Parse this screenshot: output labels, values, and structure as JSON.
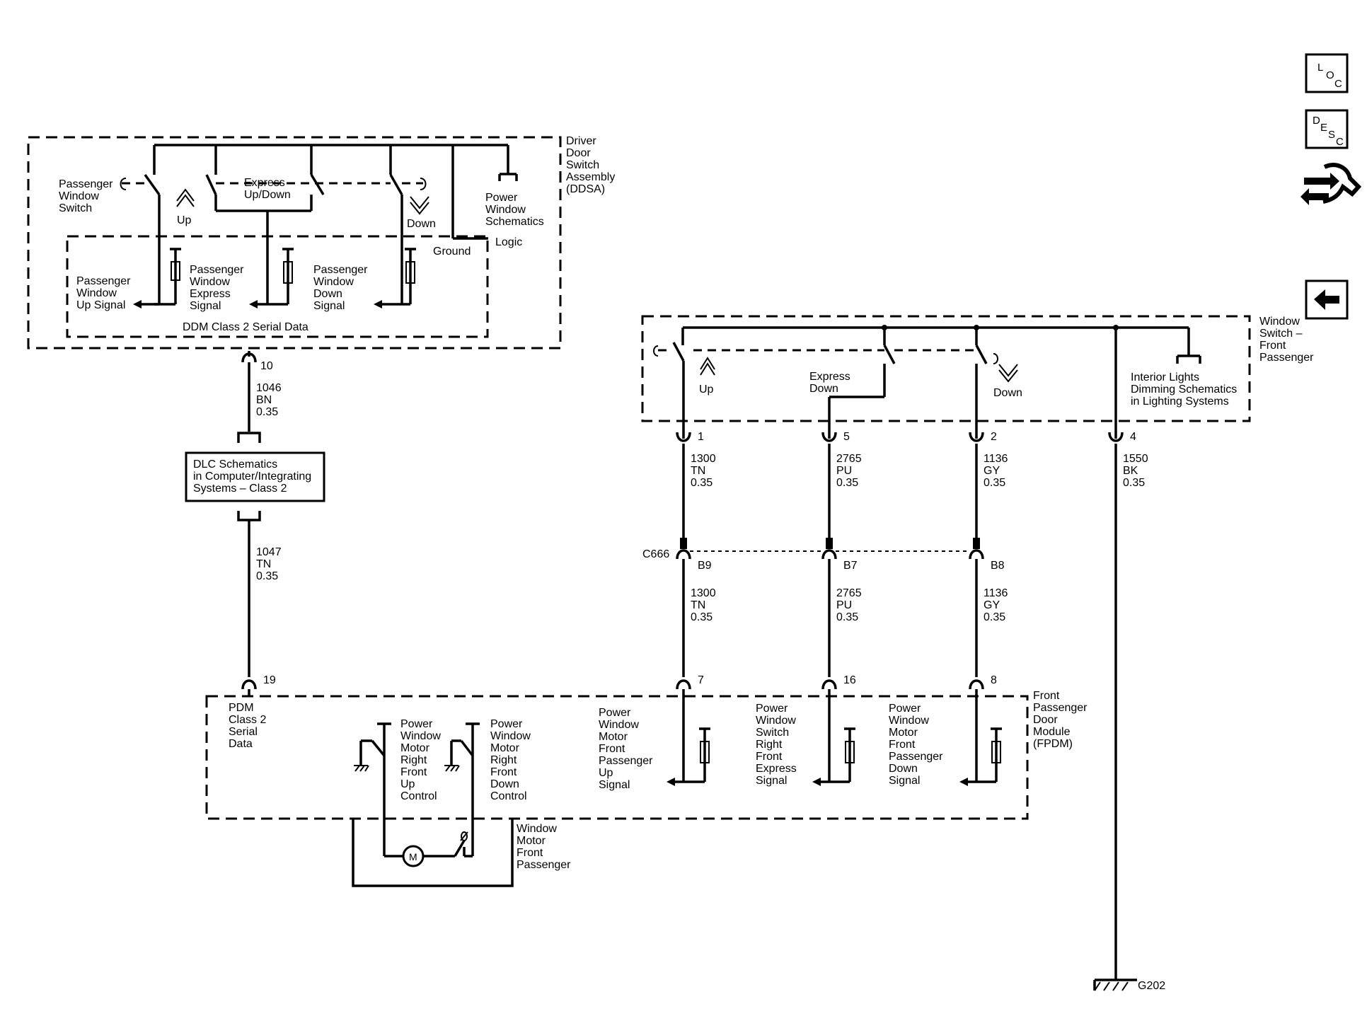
{
  "nav": {
    "loc": {
      "l1": "L",
      "l2": "O",
      "l3": "C"
    },
    "desc": {
      "l1": "D",
      "l2": "E",
      "l3": "S",
      "l4": "C"
    }
  },
  "ddsa": {
    "title": [
      "Driver",
      "Door",
      "Switch",
      "Assembly",
      "(DDSA)"
    ],
    "passenger_window_switch": [
      "Passenger",
      "Window",
      "Switch"
    ],
    "up": "Up",
    "express": [
      "Express",
      "Up/Down"
    ],
    "down": "Down",
    "power_window_ref": [
      "Power",
      "Window",
      "Schematics"
    ],
    "logic": "Logic",
    "ground": "Ground",
    "up_signal": [
      "Passenger",
      "Window",
      "Up Signal"
    ],
    "express_signal": [
      "Passenger",
      "Window",
      "Express",
      "Signal"
    ],
    "down_signal": [
      "Passenger",
      "Window",
      "Down",
      "Signal"
    ],
    "serial": "DDM Class 2 Serial Data"
  },
  "wire_left": {
    "pin_top": "10",
    "wire1": [
      "1046",
      "BN",
      "0.35"
    ],
    "dlc": [
      "DLC Schematics",
      "in Computer/Integrating",
      "Systems – Class 2"
    ],
    "wire2": [
      "1047",
      "TN",
      "0.35"
    ],
    "pin_bottom": "19"
  },
  "wsfp": {
    "title": [
      "Window",
      "Switch –",
      "Front",
      "Passenger"
    ],
    "up": "Up",
    "express": [
      "Express",
      "Down"
    ],
    "down": "Down",
    "interior": [
      "Interior Lights",
      "Dimming Schematics",
      "in Lighting Systems"
    ],
    "pins": [
      "1",
      "5",
      "2",
      "4"
    ],
    "wires": [
      [
        "1300",
        "TN",
        "0.35"
      ],
      [
        "2765",
        "PU",
        "0.35"
      ],
      [
        "1136",
        "GY",
        "0.35"
      ],
      [
        "1550",
        "BK",
        "0.35"
      ]
    ]
  },
  "connector": {
    "name": "C666",
    "pins": [
      "B9",
      "B7",
      "B8"
    ],
    "wires": [
      [
        "1300",
        "TN",
        "0.35"
      ],
      [
        "2765",
        "PU",
        "0.35"
      ],
      [
        "1136",
        "GY",
        "0.35"
      ]
    ]
  },
  "fpdm": {
    "pins": [
      "7",
      "16",
      "8"
    ],
    "title": [
      "Front",
      "Passenger",
      "Door",
      "Module",
      "(FPDM)"
    ],
    "pdm": [
      "PDM",
      "Class 2",
      "Serial",
      "Data"
    ],
    "up_control": [
      "Power",
      "Window",
      "Motor",
      "Right",
      "Front",
      "Up",
      "Control"
    ],
    "down_control": [
      "Power",
      "Window",
      "Motor",
      "Right",
      "Front",
      "Down",
      "Control"
    ],
    "up_signal": [
      "Power",
      "Window",
      "Motor",
      "Front",
      "Passenger",
      "Up",
      "Signal"
    ],
    "express_signal": [
      "Power",
      "Window",
      "Switch",
      "Right",
      "Front",
      "Express",
      "Signal"
    ],
    "down_signal": [
      "Power",
      "Window",
      "Motor",
      "Front",
      "Passenger",
      "Down",
      "Signal"
    ]
  },
  "motor": {
    "symbol": "M",
    "label": [
      "Window",
      "Motor",
      "Front",
      "Passenger"
    ]
  },
  "ground_label": "G202"
}
